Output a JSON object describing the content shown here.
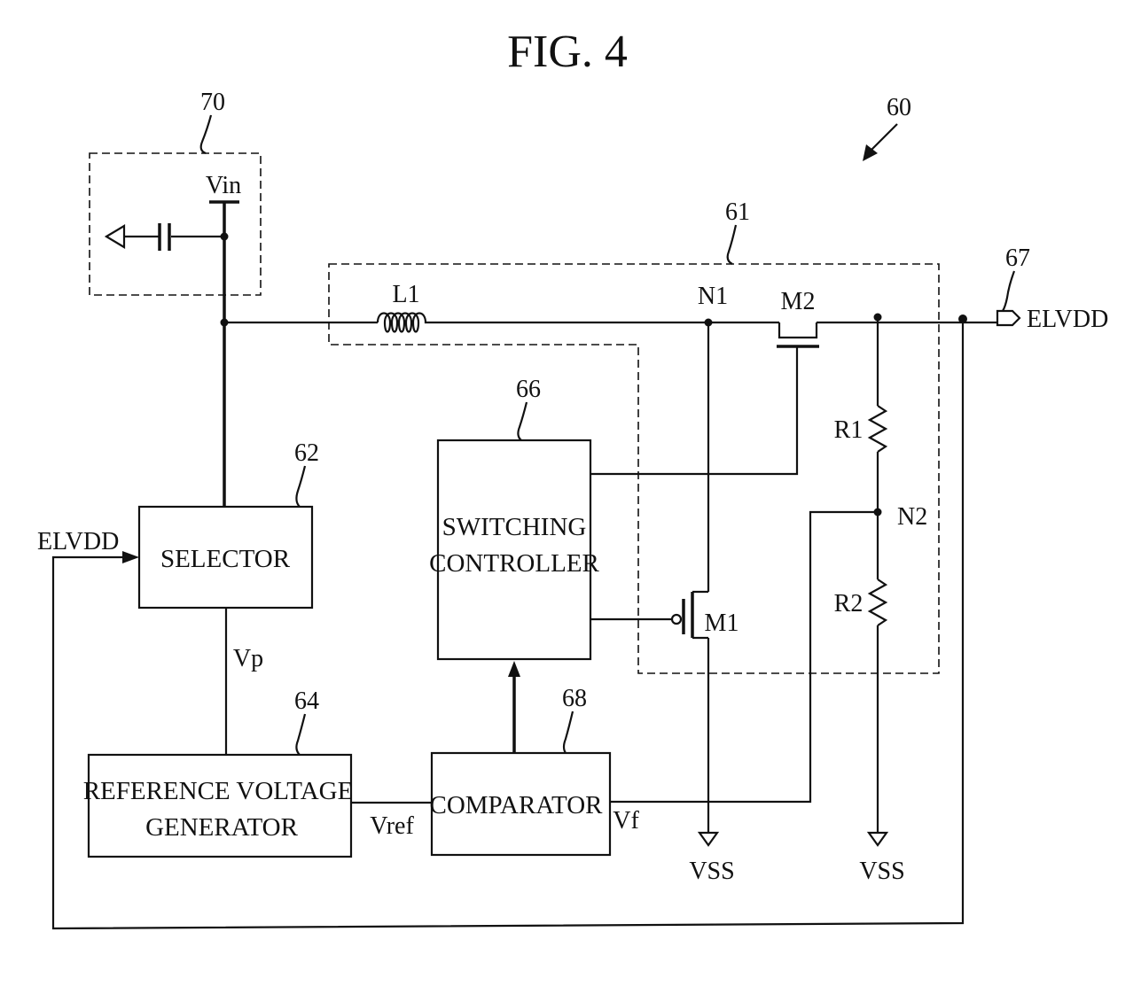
{
  "figure": {
    "title": "FIG. 4"
  },
  "refs": {
    "r70": "70",
    "r60": "60",
    "r61": "61",
    "r62": "62",
    "r64": "64",
    "r66": "66",
    "r67": "67",
    "r68": "68"
  },
  "blocks": {
    "selector": [
      "SELECTOR"
    ],
    "reference_voltage_generator": [
      "REFERENCE VOLTAGE",
      "GENERATOR"
    ],
    "switching_controller": [
      "SWITCHING",
      "CONTROLLER"
    ],
    "comparator": [
      "COMPARATOR"
    ]
  },
  "labels": {
    "vin": "Vin",
    "l1": "L1",
    "n1": "N1",
    "m2": "M2",
    "elvdd_out": "ELVDD",
    "elvdd_in": "ELVDD",
    "r1": "R1",
    "n2": "N2",
    "r2": "R2",
    "m1": "M1",
    "vp": "Vp",
    "vref": "Vref",
    "vf": "Vf",
    "vss_left": "VSS",
    "vss_right": "VSS"
  }
}
